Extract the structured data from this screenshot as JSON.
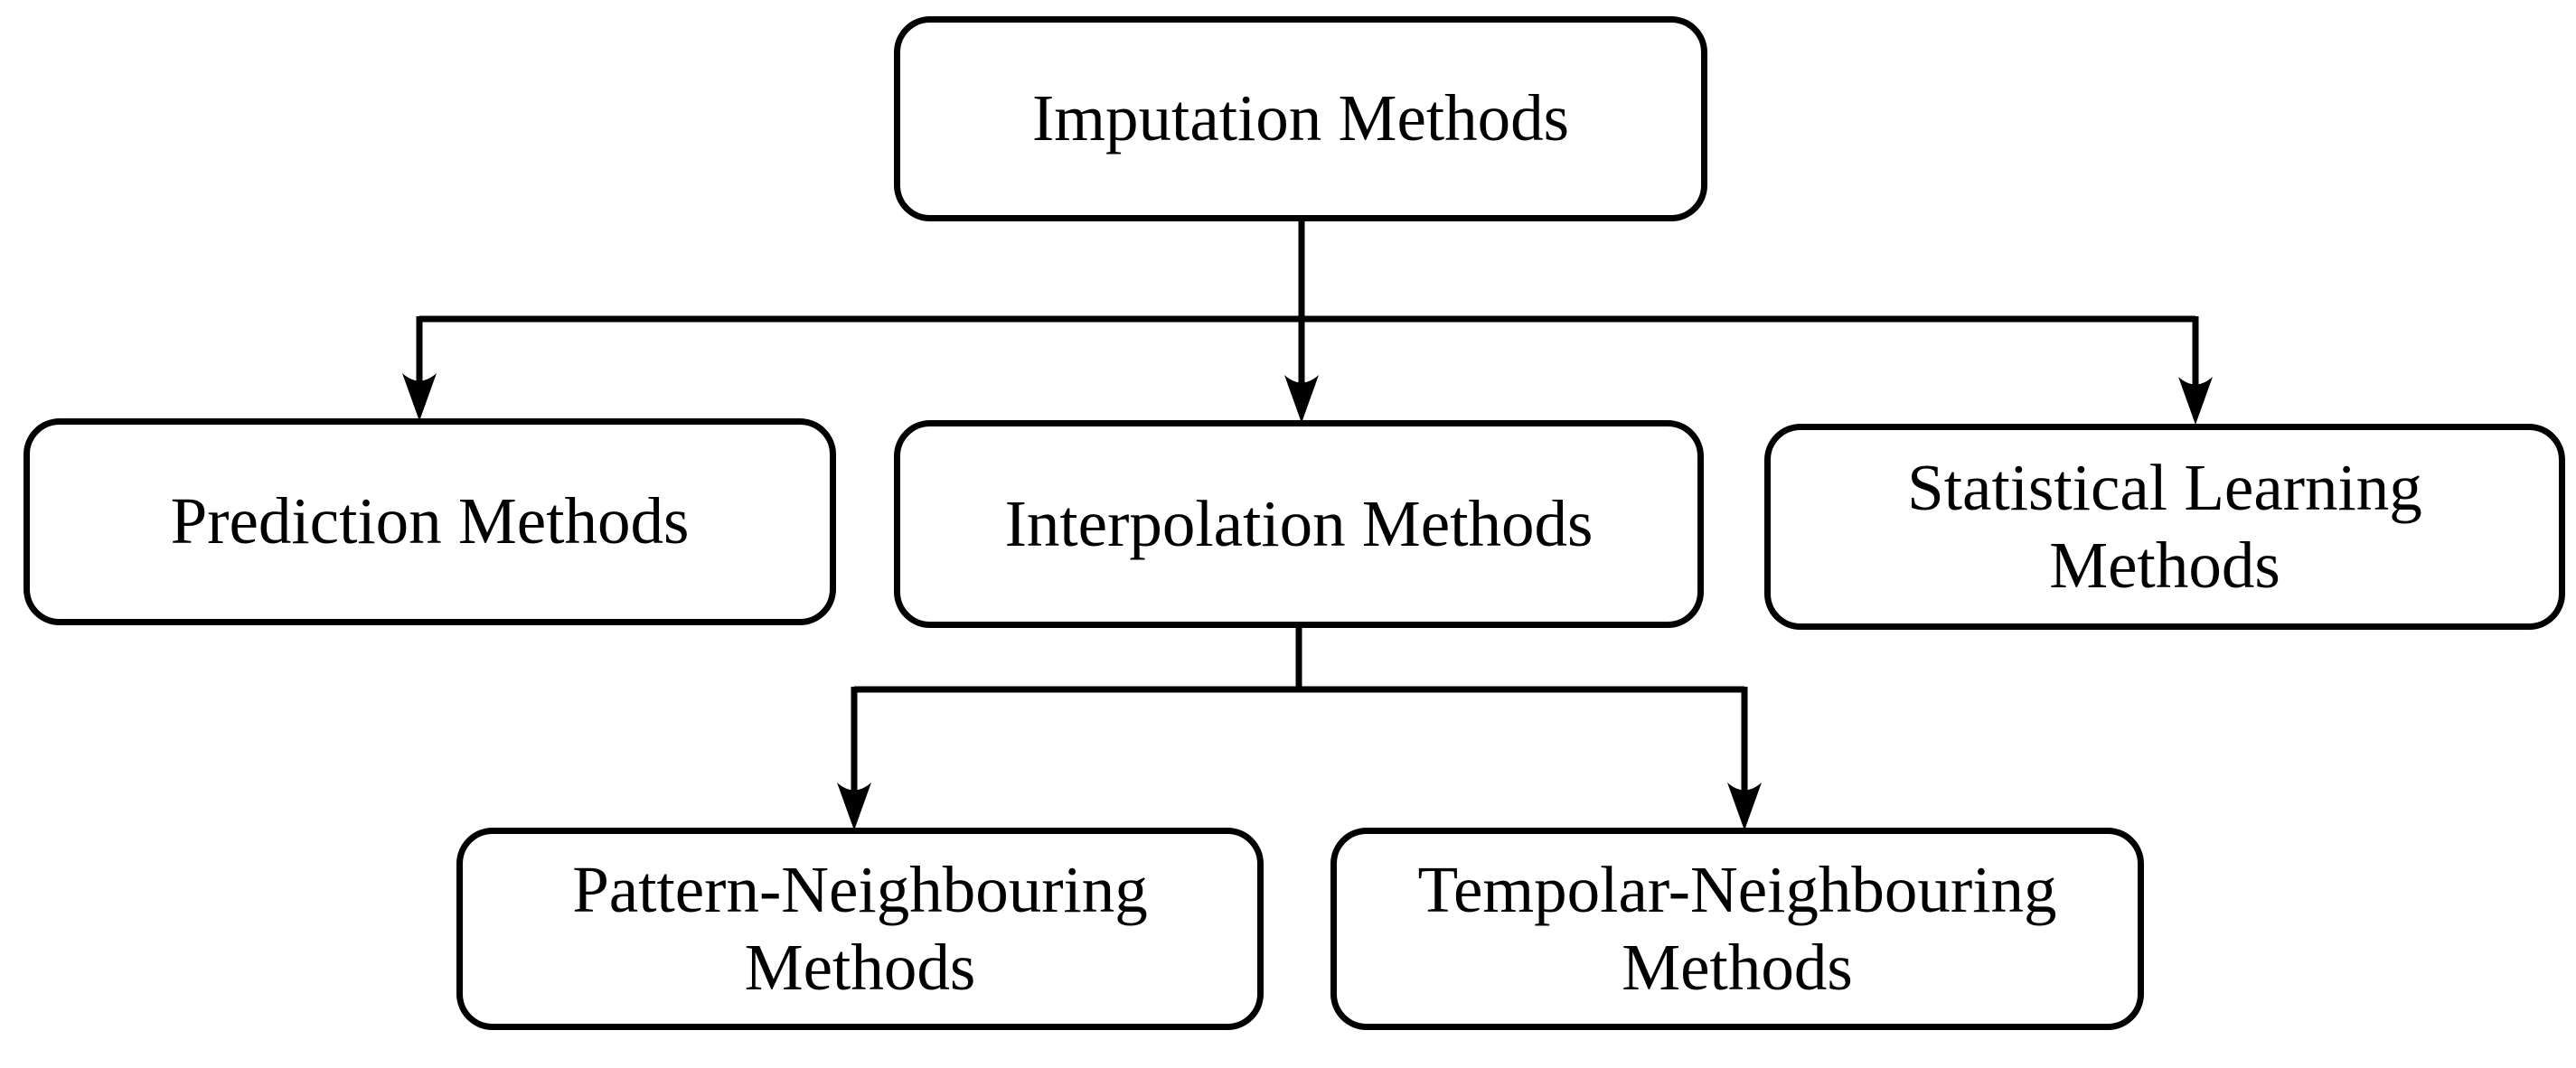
{
  "diagram": {
    "type": "flowchart",
    "nodes": {
      "imputation": {
        "label": "Imputation Methods"
      },
      "prediction": {
        "label": "Prediction Methods"
      },
      "interpolation": {
        "label": "Interpolation Methods"
      },
      "statistical": {
        "label": "Statistical Learning Methods"
      },
      "pattern": {
        "label": "Pattern-Neighbouring Methods"
      },
      "tempolar": {
        "label": "Tempolar-Neighbouring Methods"
      }
    },
    "edges": [
      {
        "from": "Imputation Methods",
        "to": "Prediction Methods"
      },
      {
        "from": "Imputation Methods",
        "to": "Interpolation Methods"
      },
      {
        "from": "Imputation Methods",
        "to": "Statistical Learning Methods"
      },
      {
        "from": "Interpolation Methods",
        "to": "Pattern-Neighbouring Methods"
      },
      {
        "from": "Interpolation Methods",
        "to": "Tempolar-Neighbouring Methods"
      }
    ],
    "colors": {
      "stroke": "#000000",
      "background": "#ffffff",
      "text": "#000000"
    }
  }
}
